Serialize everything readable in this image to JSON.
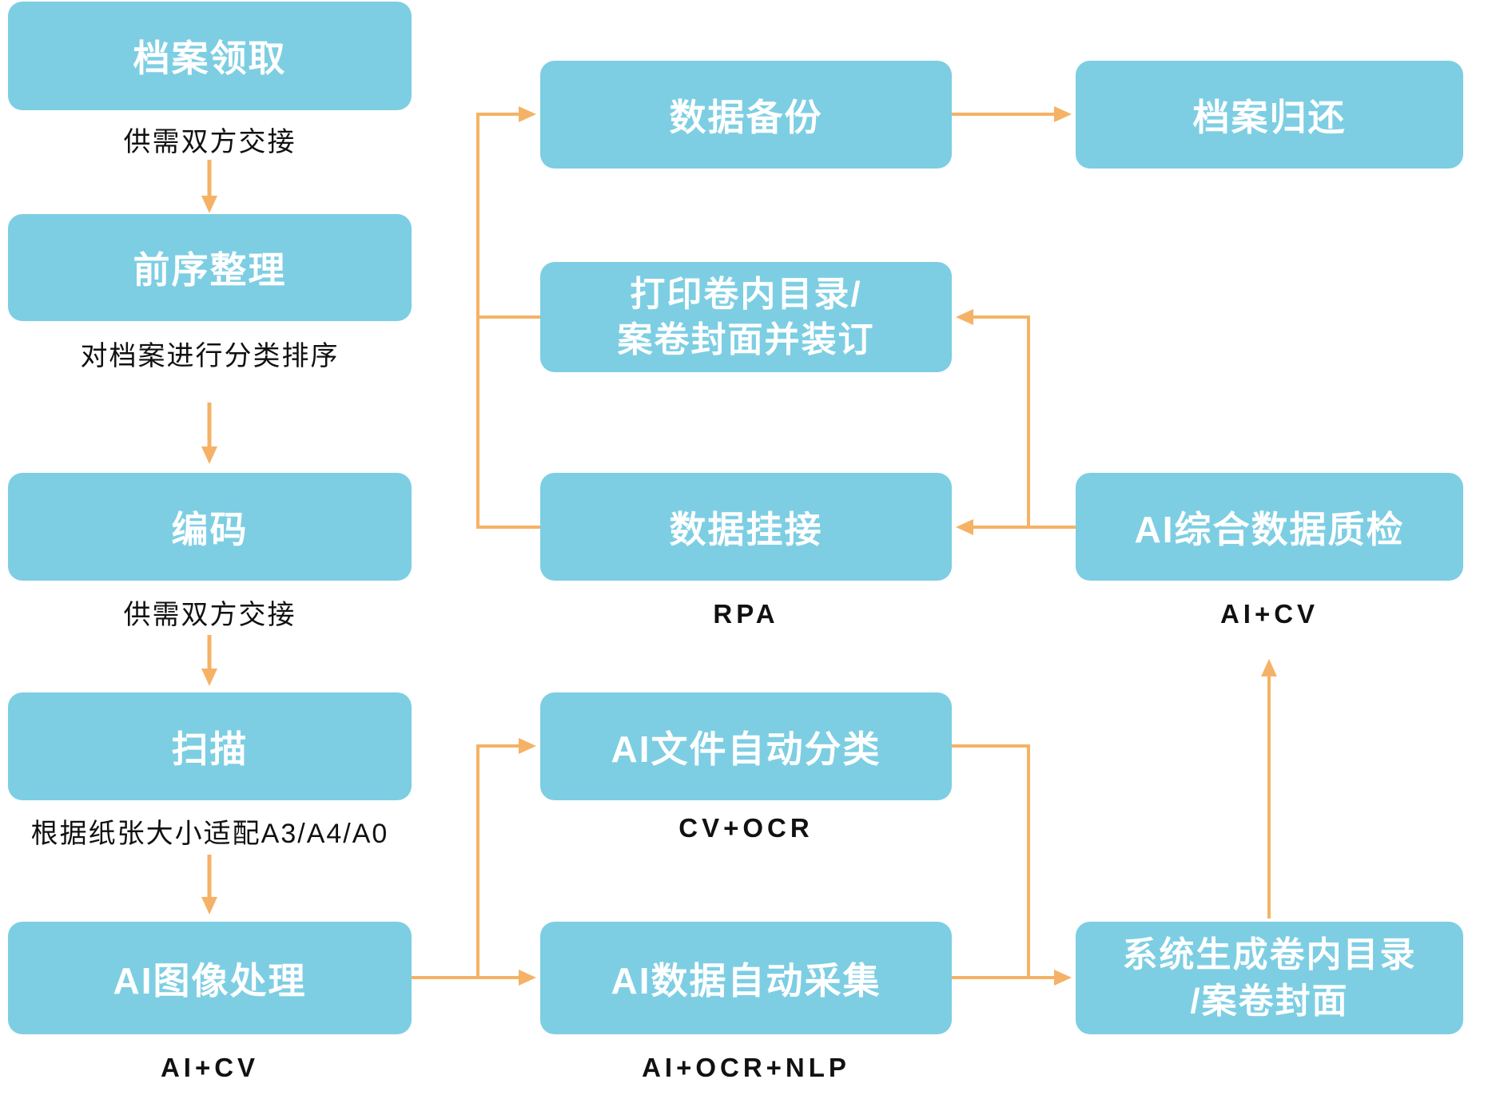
{
  "colors": {
    "box": "#7DCEE3",
    "arrow": "#F5B266",
    "box_text": "#FFFFFF",
    "label_text": "#111111",
    "background": "#FFFFFF"
  },
  "nodes": {
    "archive_pickup": {
      "label": "档案领取",
      "sublabel": "供需双方交接"
    },
    "pre_sorting": {
      "label": "前序整理",
      "sublabel": "对档案进行分类排序"
    },
    "coding": {
      "label": "编码",
      "sublabel": "供需双方交接"
    },
    "scanning": {
      "label": "扫描",
      "sublabel": "根据纸张大小适配A3/A4/A0"
    },
    "ai_image_processing": {
      "label": "AI图像处理",
      "sublabel": "AI+CV"
    },
    "data_backup": {
      "label": "数据备份"
    },
    "print_binding": {
      "label_line1": "打印卷内目录/",
      "label_line2": "案卷封面并装订"
    },
    "data_linking": {
      "label": "数据挂接",
      "sublabel": "RPA"
    },
    "ai_file_classification": {
      "label": "AI文件自动分类",
      "sublabel": "CV+OCR"
    },
    "ai_data_collection": {
      "label": "AI数据自动采集",
      "sublabel": "AI+OCR+NLP"
    },
    "archive_return": {
      "label": "档案归还"
    },
    "ai_quality_check": {
      "label": "AI综合数据质检",
      "sublabel": "AI+CV"
    },
    "system_generate": {
      "label_line1": "系统生成卷内目录",
      "label_line2": "/案卷封面"
    }
  }
}
